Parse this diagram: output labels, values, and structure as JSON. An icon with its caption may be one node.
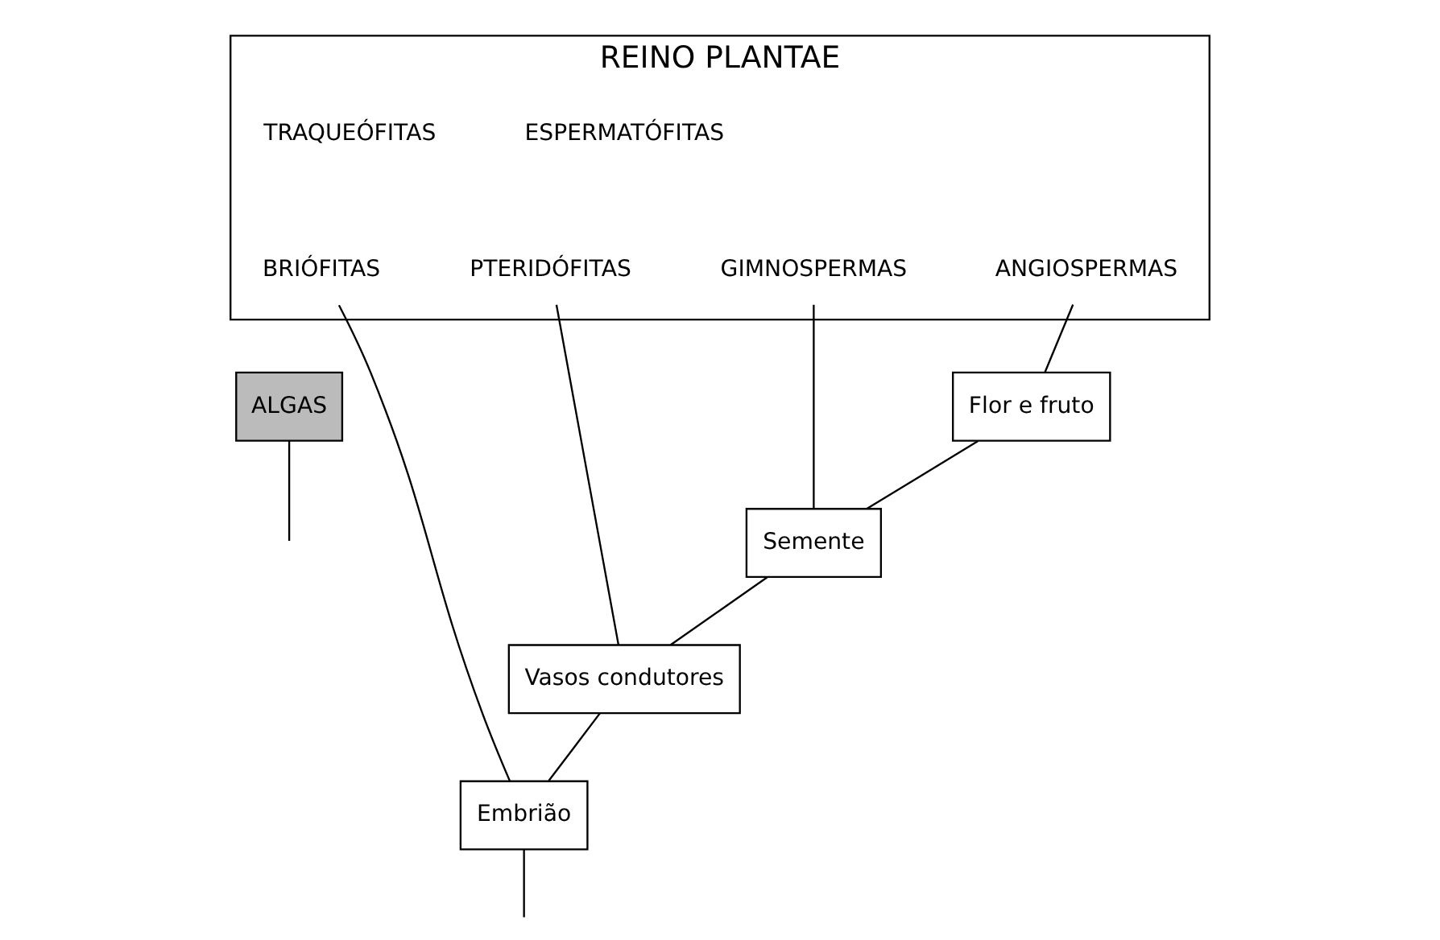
{
  "diagram": {
    "nodes": [
      {
        "text": [
          "REINO PLANTAE"
        ]
      },
      {
        "text": [
          "ALGAS"
        ]
      },
      {
        "text": [
          "BRIÓFITAS"
        ],
        "in": 0
      },
      {
        "text": [
          "PTERIDÓFITAS"
        ],
        "in": 0
      },
      {
        "text": [
          "GIMNOSPERMAS"
        ],
        "in": 0
      },
      {
        "text": [
          "ANGIOSPERMAS"
        ],
        "in": 0
      },
      {
        "text": [
          "Embrião"
        ]
      },
      {
        "text": [
          "Vasos condutores"
        ]
      },
      {
        "text": [
          "Semente"
        ]
      },
      {
        "text": [
          "Flor e fruto"
        ]
      }
    ],
    "edges": [
      {
        "from": null,
        "to": 1,
        "arrow": "none"
      },
      {
        "from": null,
        "to": 6,
        "arrow": "none"
      },
      {
        "from": 6,
        "to": 2,
        "arrow": "none"
      },
      {
        "from": 6,
        "to": 7,
        "arrow": "none"
      },
      {
        "from": 7,
        "to": 3,
        "arrow": "none"
      },
      {
        "from": 7,
        "to": 8,
        "arrow": "none"
      },
      {
        "from": 8,
        "to": 4,
        "arrow": "none"
      },
      {
        "from": 8,
        "to": 9,
        "arrow": "none"
      },
      {
        "from": 9,
        "to": 5,
        "arrow": "none"
      }
    ],
    "labels": [
      "TRAQUEÓFITAS",
      "ESPERMATÓFITAS"
    ]
  }
}
